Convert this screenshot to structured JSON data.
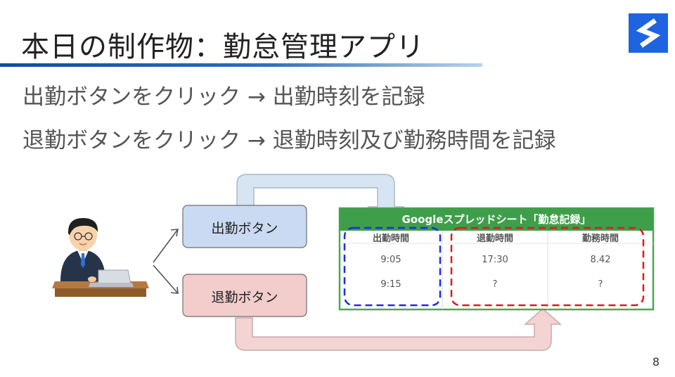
{
  "slide": {
    "title": "本日の制作物：勤怠管理アプリ",
    "page_number": "8",
    "logo_icon": "s-logo-icon",
    "accent_color": "#1e63e0"
  },
  "bullets": [
    "出勤ボタンをクリック → 出勤時刻を記録",
    "退勤ボタンをクリック → 退勤時刻及び勤務時間を記録"
  ],
  "diagram": {
    "user_icon": "person-at-laptop-icon",
    "buttons": {
      "clock_in": "出勤ボタン",
      "clock_out": "退勤ボタン"
    },
    "sheet": {
      "title": "Googleスプレッドシート「勤怠記録」",
      "header_color": "#3f9e4a",
      "columns": [
        "出勤時間",
        "退勤時間",
        "勤務時間"
      ],
      "rows": [
        [
          "9:05",
          "17:30",
          "8.42"
        ],
        [
          "9:15",
          "?",
          "?"
        ]
      ]
    }
  }
}
